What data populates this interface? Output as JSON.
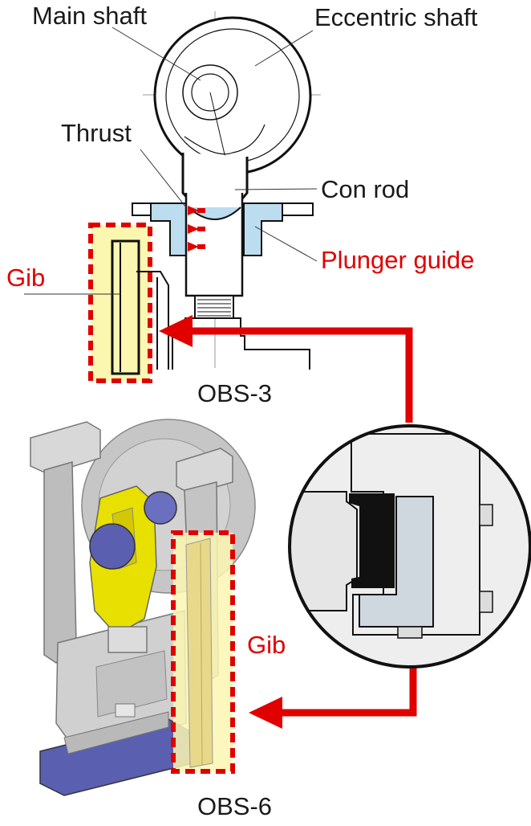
{
  "labels": {
    "main_shaft": "Main shaft",
    "eccentric_shaft": "Eccentric shaft",
    "thrust": "Thrust",
    "con_rod": "Con rod",
    "plunger_guide": "Plunger guide",
    "gib_top": "Gib",
    "obs3": "OBS-3",
    "gib_bottom": "Gib",
    "obs6": "OBS-6"
  },
  "colors": {
    "accent_red": "#e00000",
    "highlight_yellow": "#fbf6b0",
    "guide_blue": "#bcdcf0",
    "machine_yellow": "#e8e000",
    "machine_purple": "#5a5fb0",
    "machine_gray": "#c8c8c8"
  }
}
